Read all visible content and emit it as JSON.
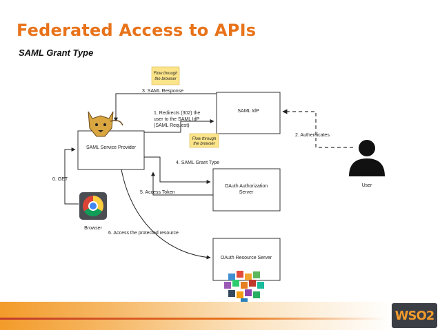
{
  "title": "Federated Access to APIs",
  "subtitle": "SAML Grant Type",
  "boxes": {
    "saml_sp": "SAML Service Provider",
    "saml_idp": "SAML IdP",
    "oauth_auth_line1": "OAuth Authorization",
    "oauth_auth_line2": "Server",
    "oauth_resource": "OAuth Resource Server"
  },
  "actors": {
    "browser": "Browser",
    "user": "User"
  },
  "notes": {
    "flow_line1": "Flow through",
    "flow_line2": "the browser"
  },
  "steps": {
    "s0": "0. GET",
    "s1_line1": "1. Redirects (302) the",
    "s1_line2": "user to the SAML IdP",
    "s1_line3": "(SAML Request)",
    "s2": "2. Authenticates",
    "s3": "3. SAML Response",
    "s4": "4. SAML Grant Type",
    "s5": "5. Access Token",
    "s6": "6. Access the protected resource"
  },
  "logo": "WSO2",
  "colors": {
    "title": "#e8731a",
    "note_fill": "#fbe48a",
    "footer": "#f39b2a"
  }
}
